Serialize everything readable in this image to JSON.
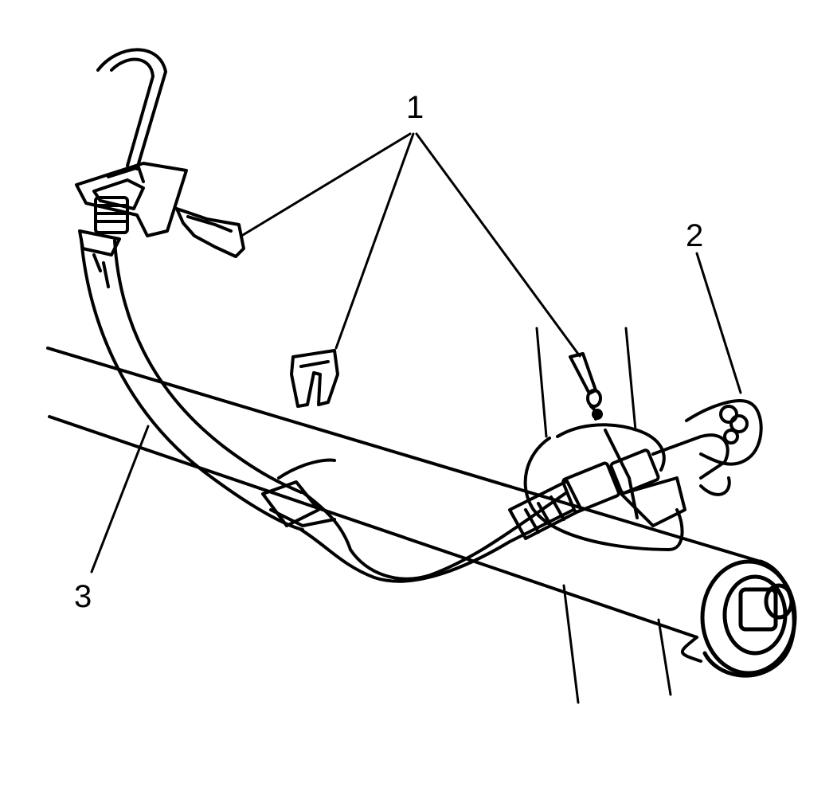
{
  "colors": {
    "ink": "#000000",
    "background": "#ffffff"
  },
  "callouts": {
    "clips": "1",
    "fitting": "2",
    "hose": "3"
  }
}
